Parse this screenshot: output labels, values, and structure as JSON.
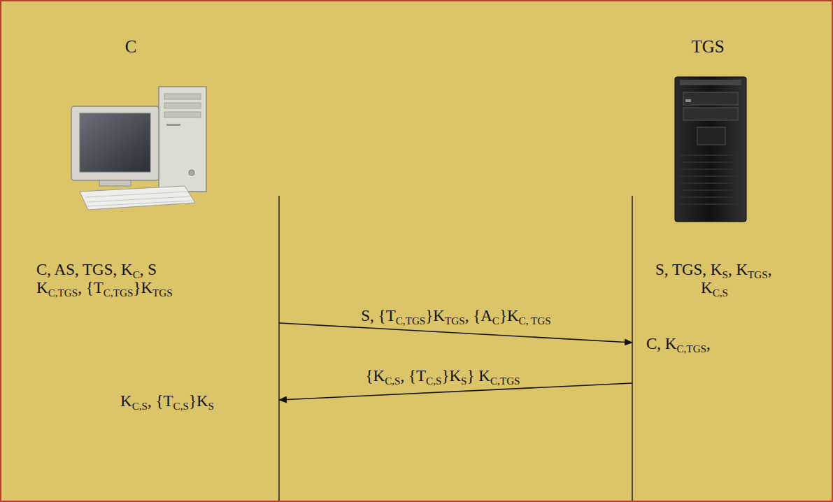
{
  "diagram": {
    "nodes": [
      {
        "text": [
          "C"
        ]
      },
      {
        "text": [
          "TGS"
        ]
      }
    ],
    "edges": [
      {
        "from": 0,
        "to": 1,
        "arrow": "to",
        "label": "S, {TC,TGS}KTGS, {AC}KC, TGS"
      },
      {
        "from": 1,
        "to": 0,
        "arrow": "to",
        "label": "{KC,S, {TC,S}KS} KC,TGS"
      }
    ],
    "labels": [
      "C, AS, TGS, KC, S",
      "KC,TGS, {TC,TGS}KTGS",
      "S, TGS, KS, KTGS,",
      "KC,S",
      "C, KC,TGS,",
      "KC,S, {TC,S}KS"
    ]
  }
}
